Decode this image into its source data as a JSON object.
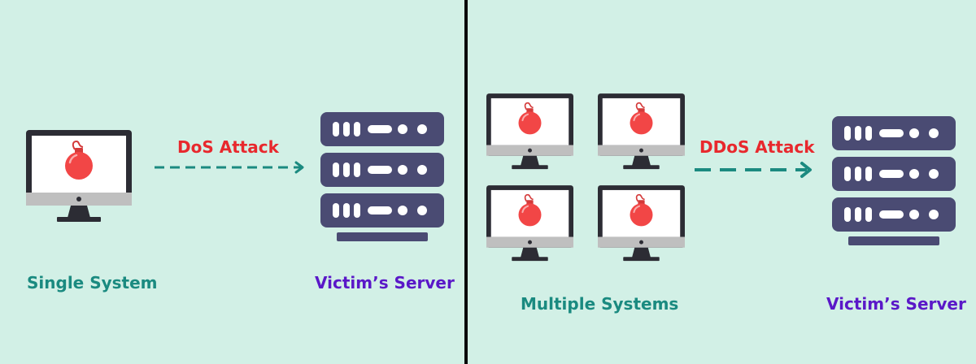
{
  "left_panel": {
    "attack_label": "DoS Attack",
    "attacker_label": "Single System",
    "server_label": "Victim’s Server"
  },
  "right_panel": {
    "attack_label": "DDoS Attack",
    "attacker_label": "Multiple Systems",
    "server_label": "Victim’s Server"
  },
  "icons": {
    "attacker": "monitor-with-bomb-icon",
    "server": "server-rack-icon",
    "arrow": "dashed-arrow-icon"
  },
  "colors": {
    "background": "#d2f0e6",
    "system_text": "#1a8a80",
    "server_text": "#5a18c8",
    "attack_text": "#e8282d",
    "bomb": "#f24646",
    "server_body": "#4a4b73",
    "arrow": "#1b8a80"
  }
}
